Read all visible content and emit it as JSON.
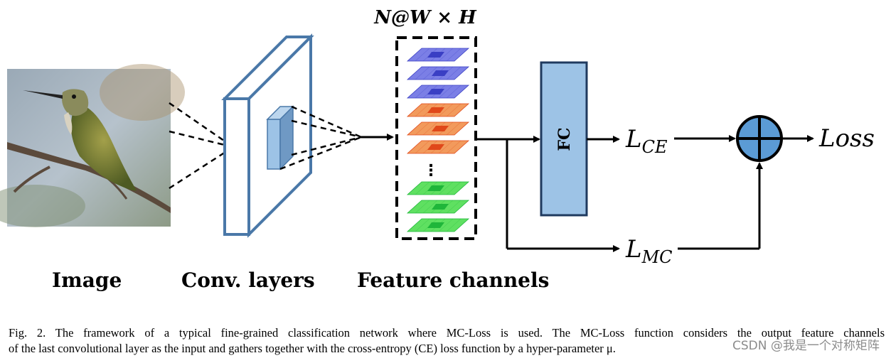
{
  "diagram": {
    "dims_label": "N@W × H",
    "fc_label": "FC",
    "loss_ce": {
      "main": "L",
      "sub": "CE"
    },
    "loss_mc": {
      "main": "L",
      "sub": "MC"
    },
    "loss_out": "Loss",
    "ellipsis": "⋮",
    "stages": {
      "image": "Image",
      "conv": "Conv. layers",
      "features": "Feature channels"
    },
    "channel_groups": [
      {
        "name": "blue",
        "count": 3,
        "sheet_color": "#7b7fe6",
        "patch_color": "#3a3fc4"
      },
      {
        "name": "orange",
        "count": 3,
        "sheet_color": "#f29a5c",
        "patch_color": "#e0481a"
      },
      {
        "name": "green",
        "count": 3,
        "sheet_color": "#5fe061",
        "patch_color": "#1fb63a"
      }
    ],
    "colors": {
      "conv_stroke": "#4a78a8",
      "fc_fill": "#9dc3e6",
      "fc_stroke": "#1f3a5f",
      "sum_fill": "#5b9bd5"
    }
  },
  "caption": {
    "line1": "Fig. 2.  The framework of a typical fine-grained classification network where MC-Loss is used. The MC-Loss function considers the output feature channels",
    "line2": "of the last convolutional layer as the input and gathers together with the cross-entropy (CE) loss function by a hyper-parameter μ."
  },
  "watermark": "CSDN @我是一个对称矩阵"
}
